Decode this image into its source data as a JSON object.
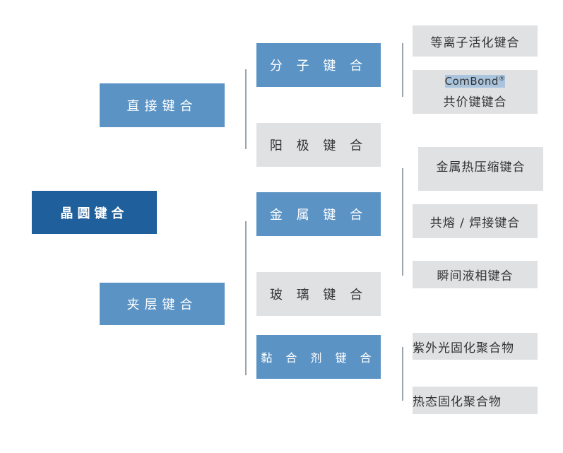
{
  "root": {
    "label": "晶圆键合"
  },
  "level1": [
    {
      "label": "直接键合"
    },
    {
      "label": "夹层键合"
    }
  ],
  "level2": [
    {
      "label": "分 子 键 合"
    },
    {
      "label": "阳 极 键 合"
    },
    {
      "label": "金 属 键 合"
    },
    {
      "label": "玻 璃 键 合"
    },
    {
      "label": "黏 合 剂 键 合"
    }
  ],
  "level3": [
    {
      "label": "等离子活化键合"
    },
    {
      "brand": "ComBond",
      "mark": "®",
      "label": "共价键键合"
    },
    {
      "label": "金属热压缩键合"
    },
    {
      "label": "共熔 / 焊接键合"
    },
    {
      "label": "瞬间液相键合"
    },
    {
      "label": "紫外光固化聚合物"
    },
    {
      "label": "热态固化聚合物"
    }
  ],
  "colors": {
    "root": "#1f5f9c",
    "blue": "#5b93c5",
    "gray": "#dfe1e3",
    "line": "#9aa3ab"
  }
}
